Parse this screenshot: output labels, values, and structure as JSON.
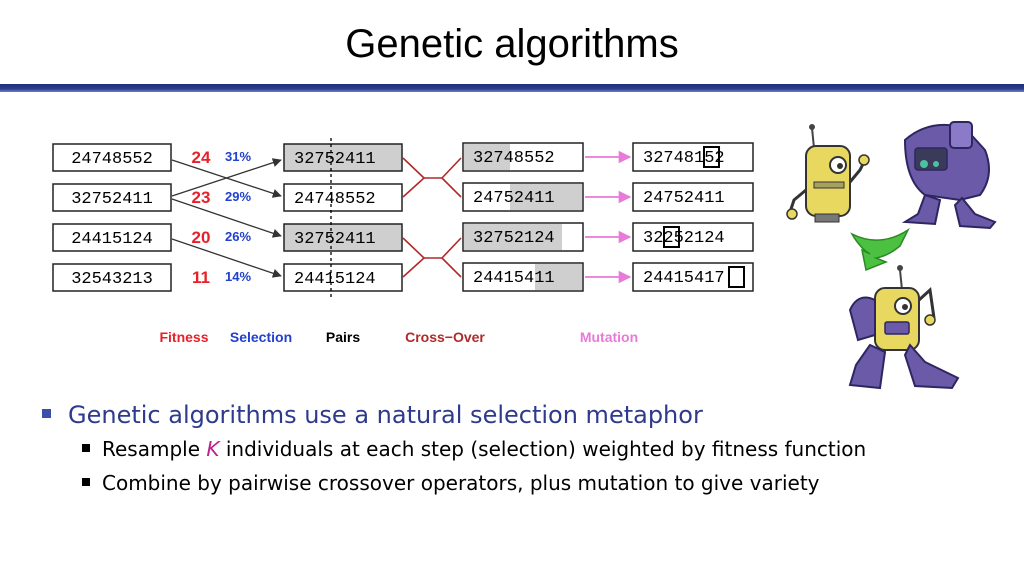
{
  "title": "Genetic algorithms",
  "diagram": {
    "population": [
      "24748552",
      "32752411",
      "24415124",
      "32543213"
    ],
    "fitness": [
      "24",
      "23",
      "20",
      "11"
    ],
    "selection": [
      "31%",
      "29%",
      "26%",
      "14%"
    ],
    "pairs": [
      {
        "left": "327",
        "right": "52411"
      },
      {
        "left": "247",
        "right": "48552"
      },
      {
        "left": "327",
        "right": "52411"
      },
      {
        "left": "244",
        "right": "15124"
      }
    ],
    "crossover": [
      {
        "left": "327",
        "right": "48552"
      },
      {
        "left": "247",
        "right": "52411"
      },
      {
        "left": "32752",
        "right": "124"
      },
      {
        "left": "24415",
        "right": "411"
      }
    ],
    "mutation": [
      {
        "before": "32748",
        "mut": "1",
        "after": "52"
      },
      {
        "before": "24752411",
        "mut": "",
        "after": ""
      },
      {
        "before": "32",
        "mut": "2",
        "after": "52124"
      },
      {
        "before": "2441541",
        "mut": "7",
        "after": ""
      }
    ],
    "stage_labels": {
      "fitness": "Fitness",
      "selection": "Selection",
      "pairs": "Pairs",
      "crossover": "Cross−Over",
      "mutation": "Mutation"
    },
    "colors": {
      "fitness": "#e8202a",
      "selection": "#2040d0",
      "pairs": "#000000",
      "crossover": "#b02a2a",
      "mutation": "#e87ad8",
      "shade": "#cfcfcf",
      "robot_purple": "#6a5aa8",
      "robot_yellow": "#e8d860",
      "evolve_arrow": "#4cc040"
    }
  },
  "bullets": {
    "main": "Genetic algorithms use a natural selection metaphor",
    "sub1_pre": "Resample ",
    "sub1_k": "K",
    "sub1_post": " individuals at each step (selection) weighted by fitness function",
    "sub2": "Combine by pairwise crossover operators, plus mutation to give variety"
  }
}
